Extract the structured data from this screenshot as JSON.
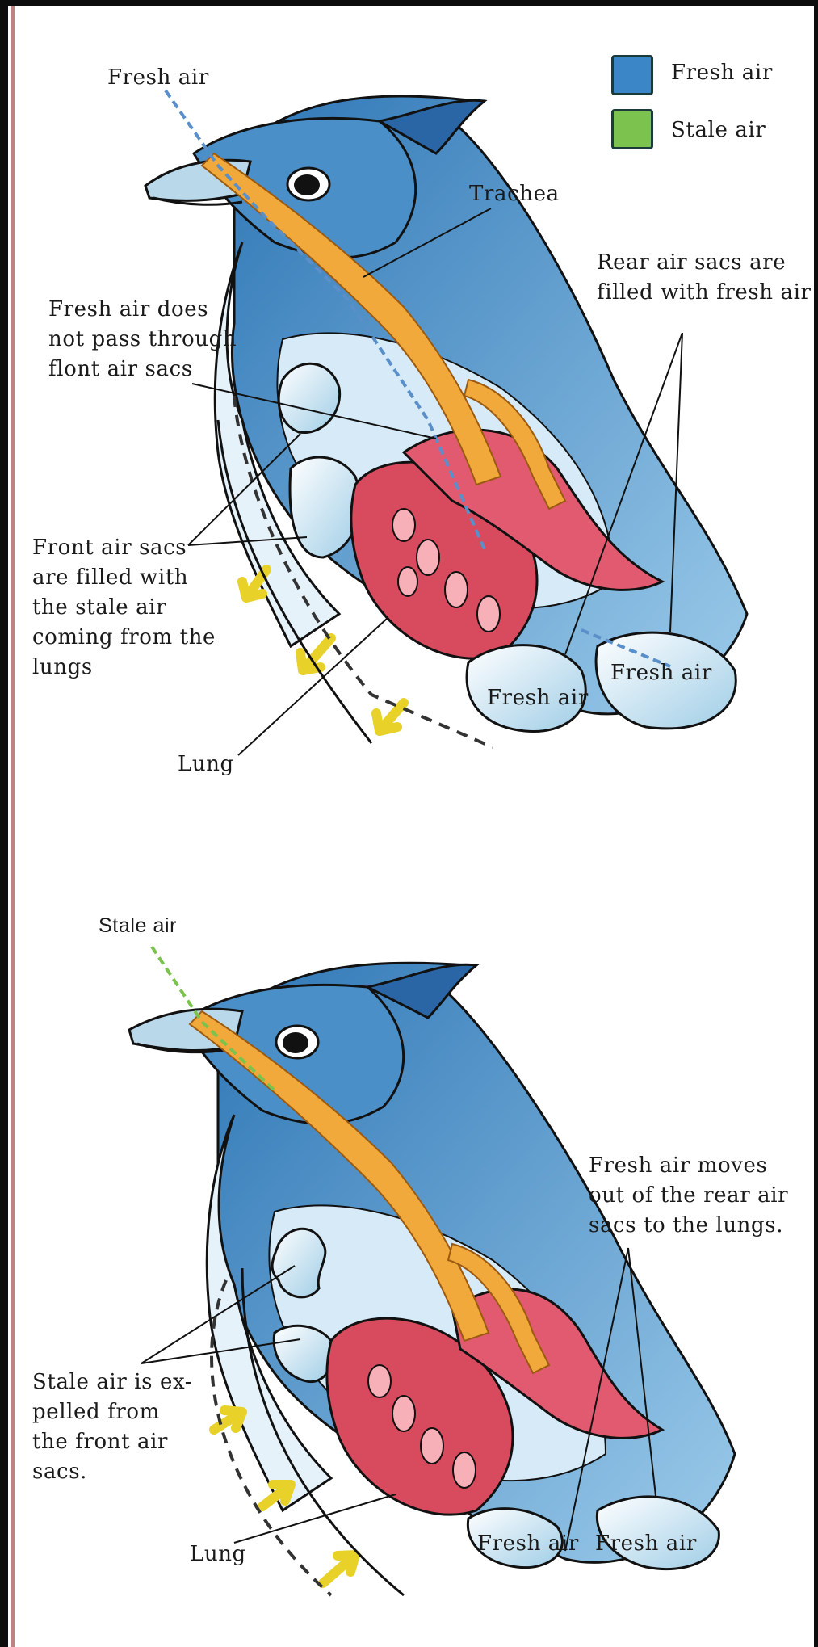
{
  "legend": {
    "fresh_label": "Fresh air",
    "stale_label": "Stale air",
    "fresh_color": "#3b86c7",
    "stale_color": "#7cc24e"
  },
  "top_diagram": {
    "fresh_air_in": "Fresh air",
    "trachea": "Trachea",
    "rear_sacs": "Rear air sacs are\nfilled with fresh air",
    "front_pass": "Fresh air does\nnot pass through\nflont air sacs",
    "front_sacs": "Front air sacs\nare filled with\nthe stale air\ncoming from the\nlungs",
    "fresh_air_right": "Fresh air",
    "fresh_air_left": "Fresh air",
    "lung": "Lung"
  },
  "bottom_diagram": {
    "stale_air_out": "Stale air",
    "rear_move": "Fresh air moves\nout of the rear air\nsacs to the lungs.",
    "expelled": "Stale air is ex-\npelled from\nthe front air\nsacs.",
    "fresh_air_left": "Fresh air",
    "fresh_air_right": "Fresh air",
    "lung": "Lung"
  },
  "colors": {
    "bird_blue": "#5a9fd0",
    "bird_light": "#cfe7f5",
    "trachea_orange": "#f0a93a",
    "lung_red": "#d84a5e",
    "arrow_yellow": "#e8d22a"
  }
}
